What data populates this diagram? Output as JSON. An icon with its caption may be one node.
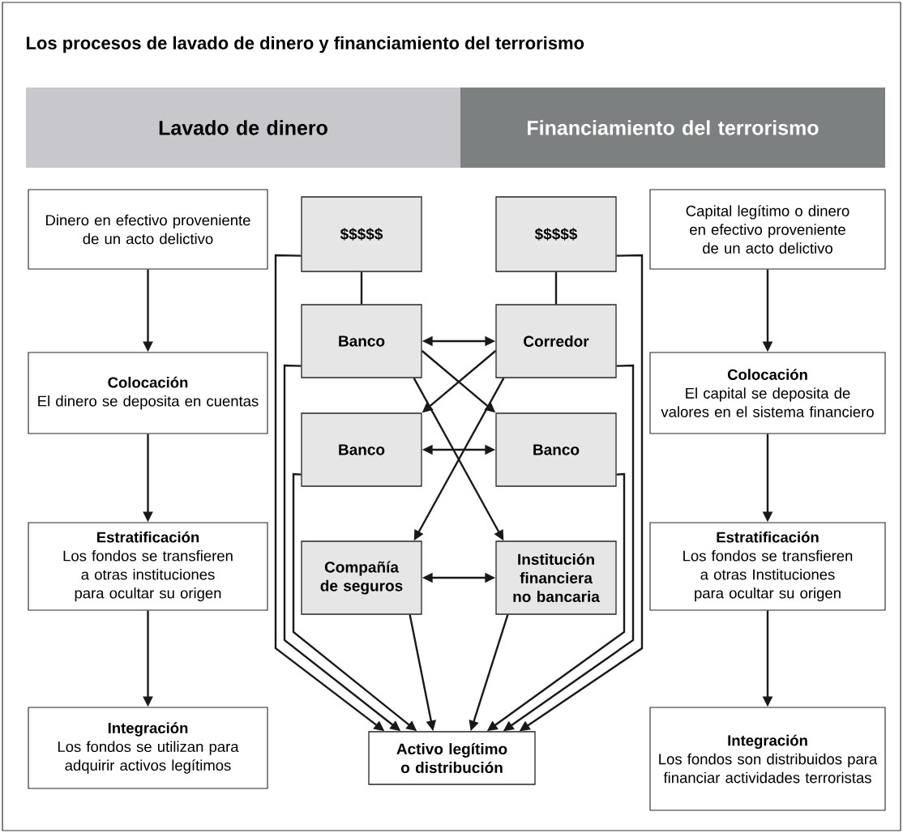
{
  "diagram": {
    "title": "Los procesos de lavado de dinero y financiamiento del terrorismo",
    "nodes": [
      {
        "text": [
          "Lavado de dinero"
        ]
      },
      {
        "text": [
          "Financiamiento del terrorismo"
        ]
      },
      {
        "text": [
          "Dinero en efectivo proveniente de un acto delictivo"
        ]
      },
      {
        "text": [
          "Colocación",
          "El dinero se deposita en cuentas"
        ]
      },
      {
        "text": [
          "Estratificación",
          "Los fondos se transfieren a otras instituciones para ocultar su origen"
        ]
      },
      {
        "text": [
          "Integración",
          "Los fondos se utilizan para adquirir activos legítimos"
        ]
      },
      {
        "text": [
          "$$$$$"
        ]
      },
      {
        "text": [
          "$$$$$"
        ]
      },
      {
        "text": [
          "Banco"
        ]
      },
      {
        "text": [
          "Corredor"
        ]
      },
      {
        "text": [
          "Banco"
        ]
      },
      {
        "text": [
          "Banco"
        ]
      },
      {
        "text": [
          "Compañía de seguros"
        ]
      },
      {
        "text": [
          "Institución financiera no bancaria"
        ]
      },
      {
        "text": [
          "Activo legítimo o distribución"
        ]
      },
      {
        "text": [
          "Capital legítimo o dinero en efectivo proveniente de un acto delictivo"
        ]
      },
      {
        "text": [
          "Colocación",
          "El capital se deposita de valores en el sistema financiero"
        ]
      },
      {
        "text": [
          "Estratificación",
          "Los fondos se transfieren a otras Instituciones para ocultar su origen"
        ]
      },
      {
        "text": [
          "Integración",
          "Los fondos son distribuidos para financiar actividades terroristas"
        ]
      }
    ],
    "edges": [
      {
        "from": 2,
        "to": 3,
        "arrow": "to"
      },
      {
        "from": 3,
        "to": 4,
        "arrow": "to"
      },
      {
        "from": 4,
        "to": 5,
        "arrow": "to"
      },
      {
        "from": 15,
        "to": 16,
        "arrow": "to"
      },
      {
        "from": 16,
        "to": 17,
        "arrow": "to"
      },
      {
        "from": 17,
        "to": 18,
        "arrow": "to"
      },
      {
        "from": 6,
        "to": 8,
        "arrow": "none"
      },
      {
        "from": 7,
        "to": 9,
        "arrow": "none"
      },
      {
        "from": 8,
        "to": 9,
        "arrow": "both"
      },
      {
        "from": 10,
        "to": 11,
        "arrow": "both"
      },
      {
        "from": 12,
        "to": 13,
        "arrow": "both"
      },
      {
        "from": 8,
        "to": 11,
        "arrow": "to"
      },
      {
        "from": 8,
        "to": 13,
        "arrow": "to"
      },
      {
        "from": 9,
        "to": 10,
        "arrow": "to"
      },
      {
        "from": 9,
        "to": 12,
        "arrow": "to"
      },
      {
        "from": 6,
        "to": 14,
        "arrow": "to"
      },
      {
        "from": 8,
        "to": 14,
        "arrow": "to"
      },
      {
        "from": 10,
        "to": 14,
        "arrow": "to"
      },
      {
        "from": 12,
        "to": 14,
        "arrow": "to"
      },
      {
        "from": 7,
        "to": 14,
        "arrow": "to"
      },
      {
        "from": 9,
        "to": 14,
        "arrow": "to"
      },
      {
        "from": 11,
        "to": 14,
        "arrow": "to"
      },
      {
        "from": 13,
        "to": 14,
        "arrow": "to"
      }
    ]
  }
}
